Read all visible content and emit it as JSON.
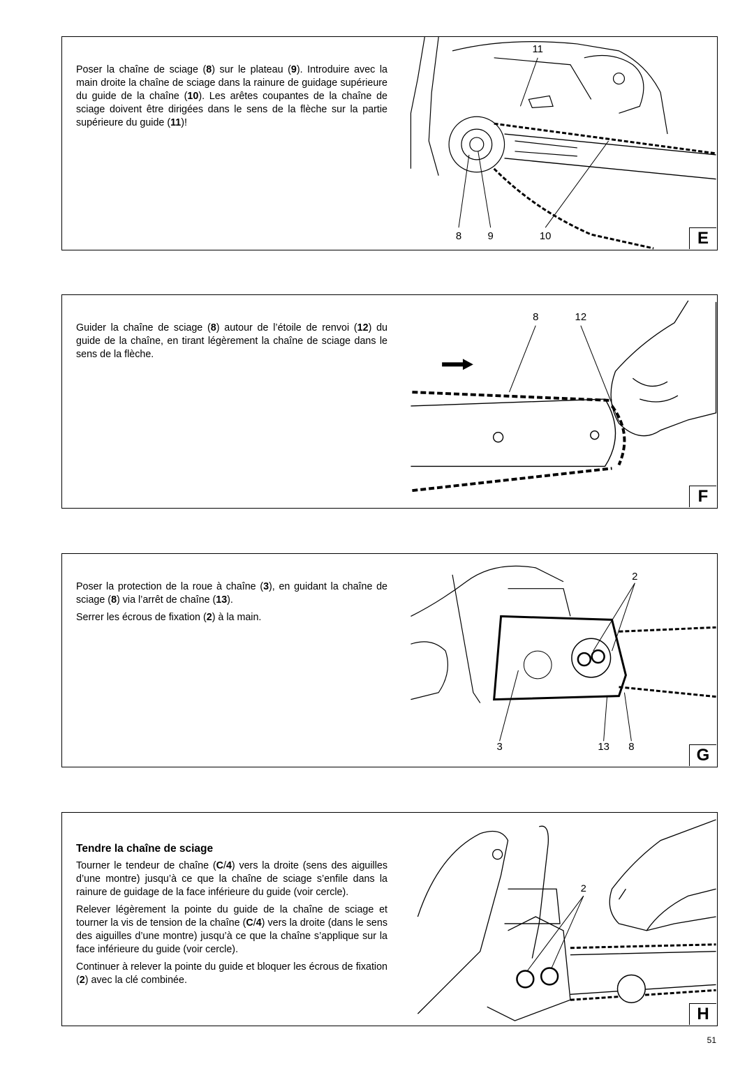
{
  "panels": {
    "e": {
      "letter": "E",
      "s1a": "Poser la chaîne de sciage (",
      "s1b": "8",
      "s1c": ") sur le plateau (",
      "s1d": "9",
      "s1e": "). Introduire avec la main droite la chaîne de sciage dans la rainure de guidage supérieure du guide de la chaîne  (",
      "s1f": "10",
      "s1g": "). Les arêtes coupantes de la chaîne de sciage doivent être dirigées dans le sens de la flèche sur la partie supérieure du guide (",
      "s1h": "11",
      "s1i": ")!",
      "callouts": [
        "11",
        "8",
        "9",
        "10"
      ]
    },
    "f": {
      "letter": "F",
      "s1a": "Guider la chaîne de sciage (",
      "s1b": "8",
      "s1c": ") autour de l’étoile de renvoi (",
      "s1d": "12",
      "s1e": ") du guide de la chaîne, en tirant légèrement la chaîne de sciage dans le sens de la flèche.",
      "callouts": [
        "8",
        "12"
      ]
    },
    "g": {
      "letter": "G",
      "s1a": "Poser la protection de la roue à chaîne (",
      "s1b": "3",
      "s1c": "), en guidant la chaîne de sciage (",
      "s1d": "8",
      "s1e": ") via l’arrêt de chaîne (",
      "s1f": "13",
      "s1g": ").",
      "s2a": "Serrer les écrous de fixation (",
      "s2b": "2",
      "s2c": ") à la main.",
      "callouts": [
        "2",
        "3",
        "13",
        "8"
      ]
    },
    "h": {
      "letter": "H",
      "heading": "Tendre la chaîne de sciage",
      "s1a": "Tourner le tendeur de chaîne (",
      "s1b": "C",
      "s1c": "/",
      "s1d": "4",
      "s1e": ") vers la droite (sens des aiguilles d’une montre) jusqu’à ce que la chaîne de sciage s’enfile dans la rainure de guidage de la face inférieure du guide (voir cercle).",
      "s2a": "Relever légèrement la pointe du guide de la chaîne de sciage et tourner la vis de tension de la chaîne (",
      "s2b": "C",
      "s2c": "/",
      "s2d": "4",
      "s2e": ") vers la droite (dans le sens des aiguilles d’une montre) jusqu’à ce que la chaîne s’applique sur la face inférieure du guide (voir cercle).",
      "s3a": "Continuer à relever la pointe du guide et bloquer les écrous de fixation (",
      "s3b": "2",
      "s3c": ") avec la clé combinée.",
      "callouts": [
        "2"
      ]
    }
  },
  "page_number": "51"
}
